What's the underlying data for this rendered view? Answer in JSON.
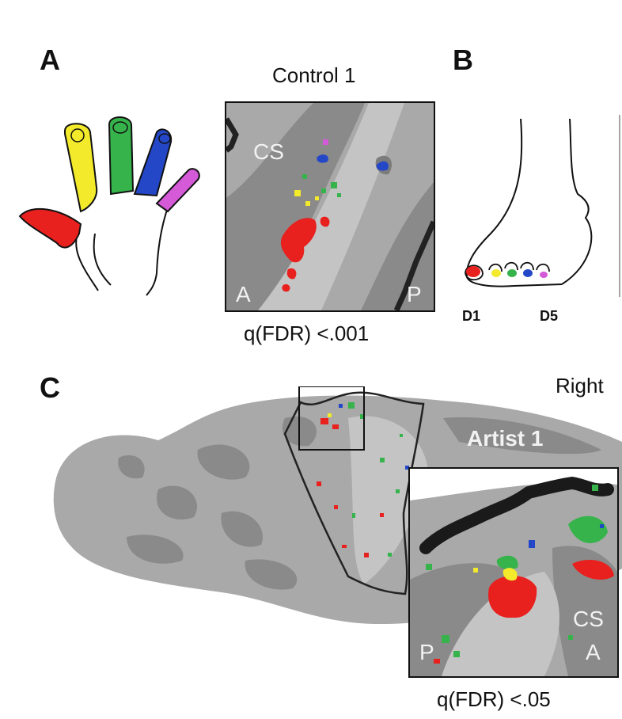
{
  "panels": {
    "a": {
      "letter": "A",
      "title": "Control 1",
      "labels": {
        "sulcus": "CS",
        "anterior": "A",
        "posterior": "P"
      },
      "threshold": "q(FDR) <.001"
    },
    "b": {
      "letter": "B",
      "digit_first": "D1",
      "digit_last": "D5"
    },
    "c": {
      "letter": "C",
      "hemisphere": "Right",
      "subject": "Artist 1",
      "labels": {
        "sulcus": "CS",
        "anterior": "A",
        "posterior": "P"
      },
      "threshold": "q(FDR) <.05"
    }
  },
  "colors": {
    "d1": "#e8201e",
    "d2": "#f2ea2a",
    "d3": "#36b34a",
    "d4": "#2447c8",
    "d5": "#d45ad8",
    "gyrus": "#a9a9a9",
    "sulcus_region": "#8a8a8a",
    "brain_dark": "#6e6e6e"
  }
}
